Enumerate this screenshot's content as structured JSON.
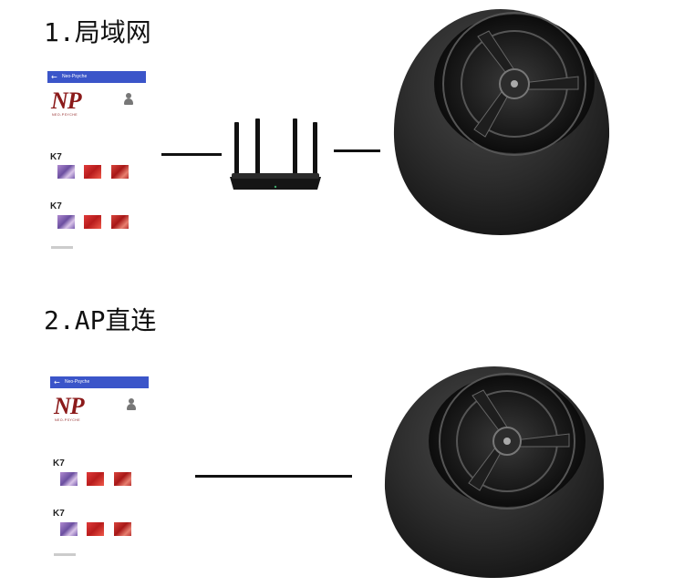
{
  "sections": [
    {
      "heading": "1.局域网"
    },
    {
      "heading": "2.AP直连"
    }
  ],
  "app": {
    "title": "Neo-Psyche",
    "back_icon": "arrow-left-icon",
    "logo_text": "NP",
    "logo_sub": "NEO-PSYCHE",
    "devices": [
      {
        "name": "K7"
      },
      {
        "name": "K7"
      }
    ]
  },
  "colors": {
    "appbar": "#3b55c9",
    "logo": "#8b1a1a",
    "device_body": "#2a2a2a",
    "link_line": "#111111"
  }
}
